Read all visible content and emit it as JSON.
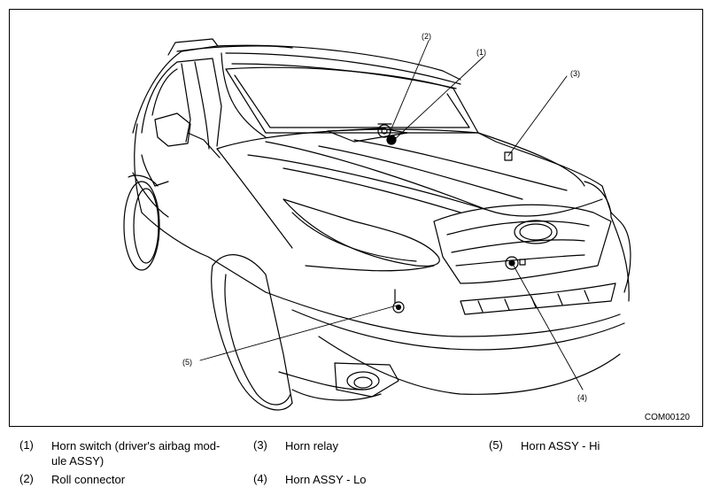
{
  "figure": {
    "code": "COM00120",
    "callouts": {
      "c1": "(1)",
      "c2": "(2)",
      "c3": "(3)",
      "c4": "(4)",
      "c5": "(5)"
    }
  },
  "legend": [
    {
      "num": "(1)",
      "text_line1": "Horn switch (driver's airbag mod-",
      "text_line2": "ule ASSY)"
    },
    {
      "num": "(2)",
      "text_line1": "Roll connector"
    },
    {
      "num": "(3)",
      "text_line1": "Horn relay"
    },
    {
      "num": "(4)",
      "text_line1": "Horn ASSY - Lo"
    },
    {
      "num": "(5)",
      "text_line1": "Horn ASSY - Hi"
    }
  ]
}
